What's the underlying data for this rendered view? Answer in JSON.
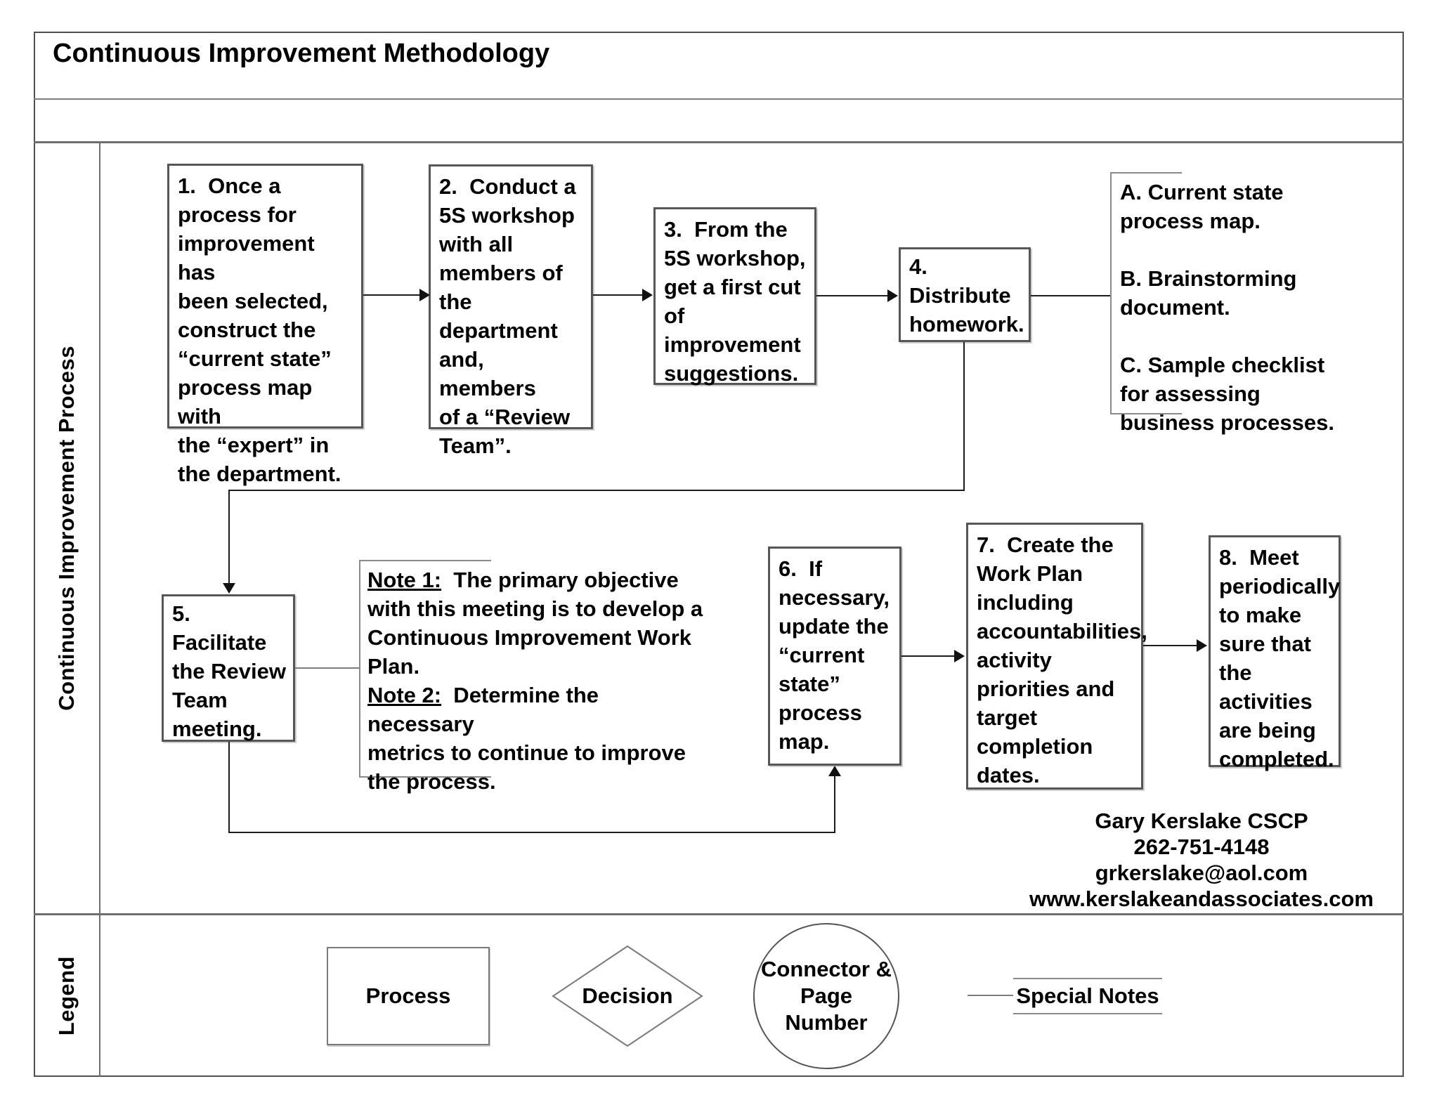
{
  "title": "Continuous Improvement Methodology",
  "sidebar": {
    "process_label": "Continuous Improvement Process",
    "legend_label": "Legend"
  },
  "flow": {
    "steps": [
      {
        "text": "1.  Once a\nprocess for\nimprovement has\nbeen selected,\nconstruct the\n“current state”\nprocess map with\nthe “expert” in\nthe department."
      },
      {
        "text": "2.  Conduct a\n5S workshop\nwith all\nmembers of\nthe\ndepartment\nand, members\nof a “Review\nTeam”."
      },
      {
        "text": "3.  From the\n5S workshop,\nget a first cut\nof\nimprovement\nsuggestions."
      },
      {
        "text": "4.\nDistribute\nhomework."
      },
      {
        "text": "5.\nFacilitate\nthe Review\nTeam\nmeeting."
      },
      {
        "text": "6.  If\nnecessary,\nupdate the\n“current\nstate”\nprocess\nmap."
      },
      {
        "text": "7.  Create the\nWork Plan\nincluding\naccountabilities,\nactivity\npriorities and\ntarget\ncompletion\ndates."
      },
      {
        "text": "8.  Meet\nperiodically\nto make\nsure that\nthe\nactivities\nare being\ncompleted."
      }
    ],
    "homework_items": "A. Current state\nprocess map.\n\nB. Brainstorming\ndocument.\n\nC. Sample checklist\nfor assessing\nbusiness processes.",
    "note1_label": "Note 1:",
    "note1_text": "  The primary objective\nwith this meeting is to develop a\nContinuous Improvement Work\nPlan.",
    "note2_label": "Note 2:",
    "note2_text": "  Determine the necessary\nmetrics to continue to improve\nthe process."
  },
  "contact": {
    "name": "Gary Kerslake CSCP",
    "phone": "262-751-4148",
    "email": "grkerslake@aol.com",
    "website": "www.kerslakeandassociates.com"
  },
  "legend": {
    "process_label": "Process",
    "decision_label": "Decision",
    "connector_label": "Connector &\nPage\nNumber",
    "special_notes_label": "Special Notes"
  },
  "colors": {
    "grid_line": "#6e6e6e",
    "box_border": "#565656",
    "connector": "#1c1c1c",
    "bracket": "#8a8a8a"
  }
}
